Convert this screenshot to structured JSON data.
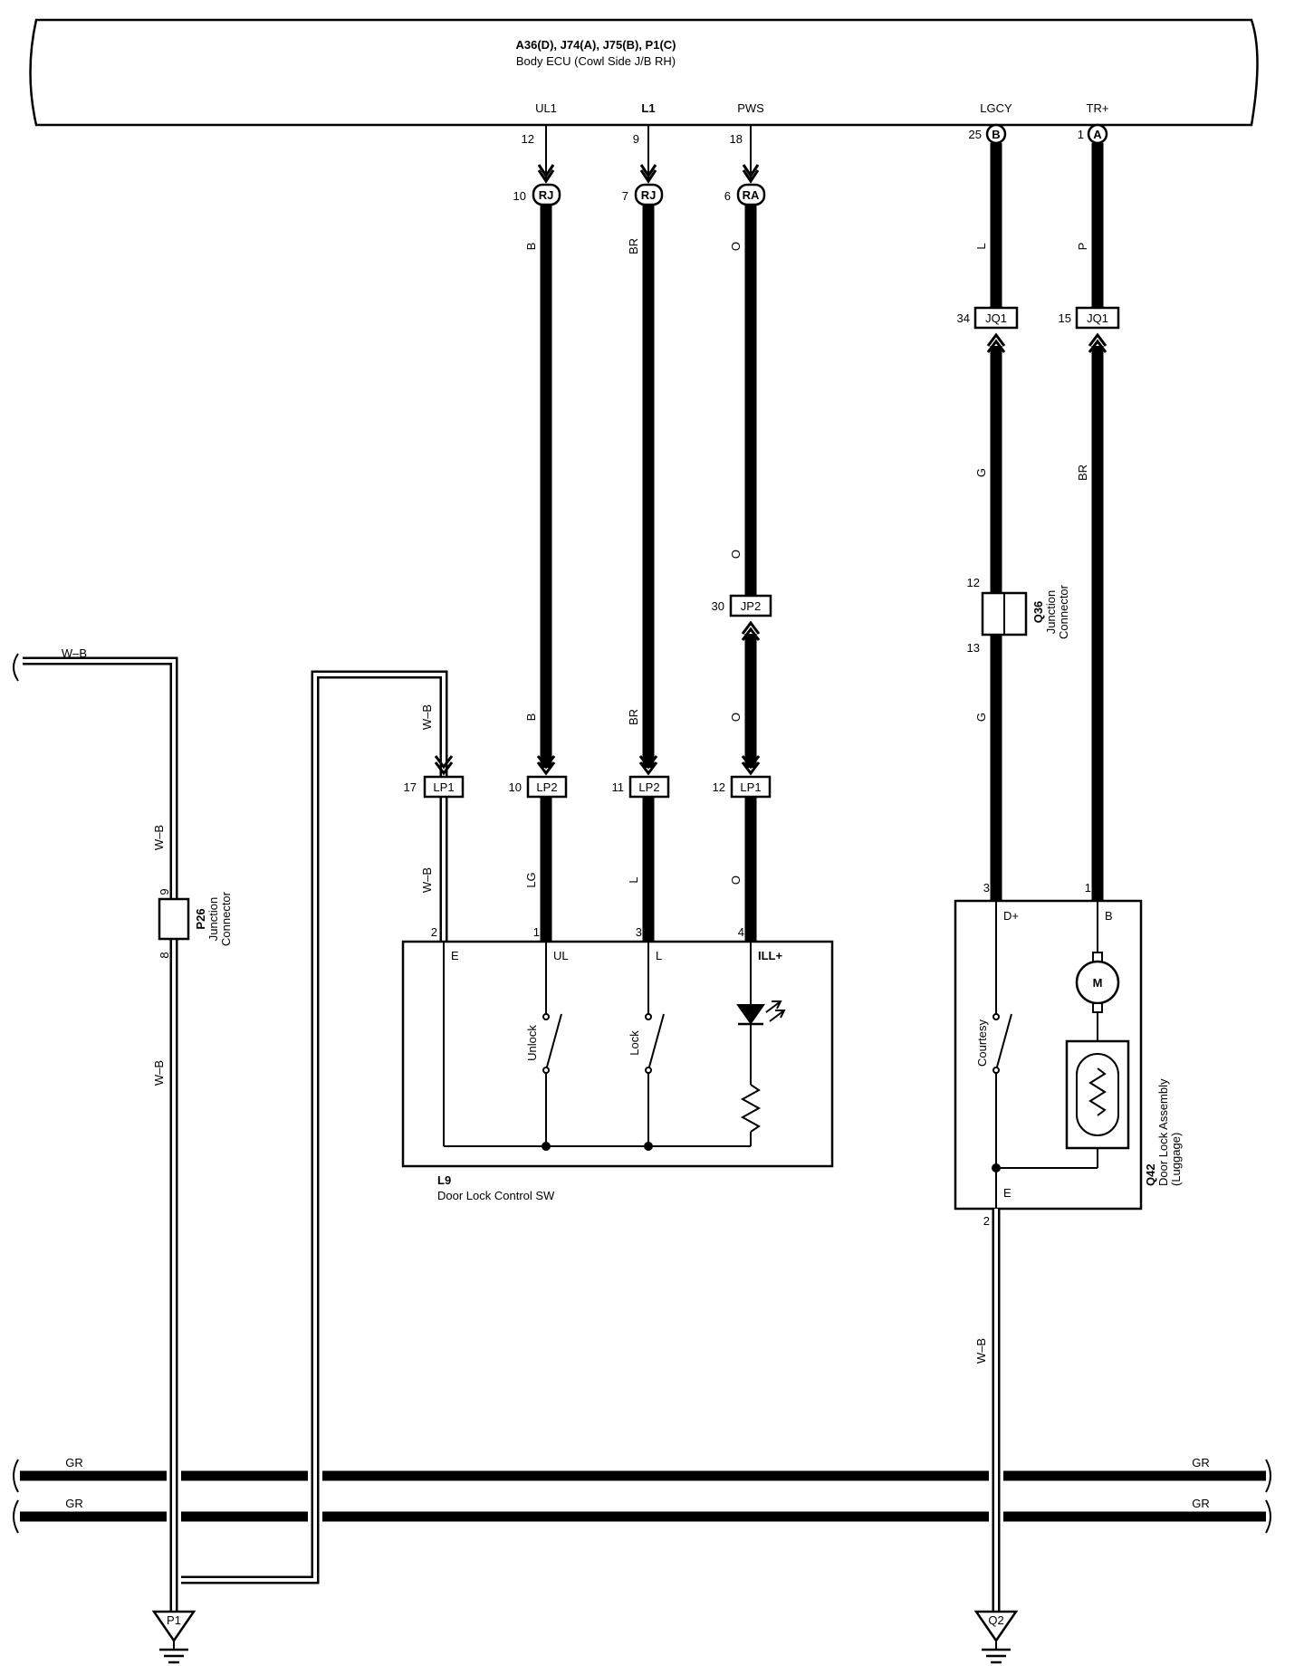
{
  "ecu": {
    "title": "A36(D), J74(A), J75(B), P1(C)",
    "subtitle": "Body ECU (Cowl Side J/B RH)",
    "pins": [
      {
        "name": "UL1",
        "num": "12"
      },
      {
        "name": "L1",
        "num": "9"
      },
      {
        "name": "PWS",
        "num": "18"
      },
      {
        "name": "LGCY",
        "num": "25",
        "conn": "B"
      },
      {
        "name": "TR+",
        "num": "1",
        "conn": "A"
      }
    ]
  },
  "connectors": {
    "rj1": {
      "label": "RJ",
      "pin": "10"
    },
    "rj2": {
      "label": "RJ",
      "pin": "7"
    },
    "ra": {
      "label": "RA",
      "pin": "6"
    },
    "jq1a": {
      "label": "JQ1",
      "pin": "34"
    },
    "jq1b": {
      "label": "JQ1",
      "pin": "15"
    },
    "jp2": {
      "label": "JP2",
      "pin": "30"
    },
    "lp1a": {
      "label": "LP1",
      "pin": "17"
    },
    "lp2a": {
      "label": "LP2",
      "pin": "10"
    },
    "lp2b": {
      "label": "LP2",
      "pin": "11"
    },
    "lp1b": {
      "label": "LP1",
      "pin": "12"
    }
  },
  "wires": {
    "b": "B",
    "br": "BR",
    "o": "O",
    "l": "L",
    "p": "P",
    "g": "G",
    "lg": "LG",
    "wb": "W–B",
    "gr": "GR"
  },
  "p26": {
    "id": "P26",
    "desc1": "Junction",
    "desc2": "Connector",
    "pin_top": "9",
    "pin_bottom": "8"
  },
  "q36": {
    "id": "Q36",
    "desc1": "Junction",
    "desc2": "Connector",
    "pin_top": "12",
    "pin_bottom": "13"
  },
  "l9": {
    "id": "L9",
    "name": "Door Lock Control SW",
    "pins": [
      {
        "num": "2",
        "name": "E"
      },
      {
        "num": "1",
        "name": "UL"
      },
      {
        "num": "3",
        "name": "L"
      },
      {
        "num": "4",
        "name": "ILL+"
      }
    ],
    "switch_unlock": "Unlock",
    "switch_lock": "Lock"
  },
  "q42": {
    "id": "Q42",
    "name": "Door Lock Assembly",
    "sub": "(Luggage)",
    "pin_d": {
      "num": "3",
      "name": "D+"
    },
    "pin_b": {
      "num": "1",
      "name": "B"
    },
    "pin_e": {
      "num": "2",
      "name": "E"
    },
    "switch": "Courtesy",
    "motor": "M"
  },
  "grounds": {
    "p1": "P1",
    "q2": "Q2"
  }
}
